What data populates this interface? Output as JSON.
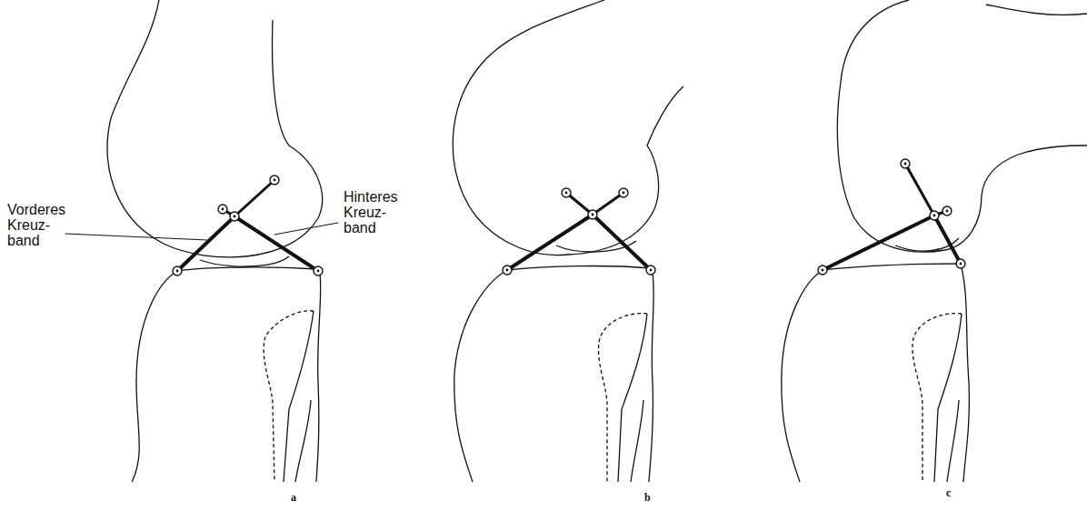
{
  "diagram": {
    "labels": [
      "Vorderes Kreuz- band",
      "Hinteres Kreuz- band",
      "a",
      "b",
      "c"
    ]
  }
}
